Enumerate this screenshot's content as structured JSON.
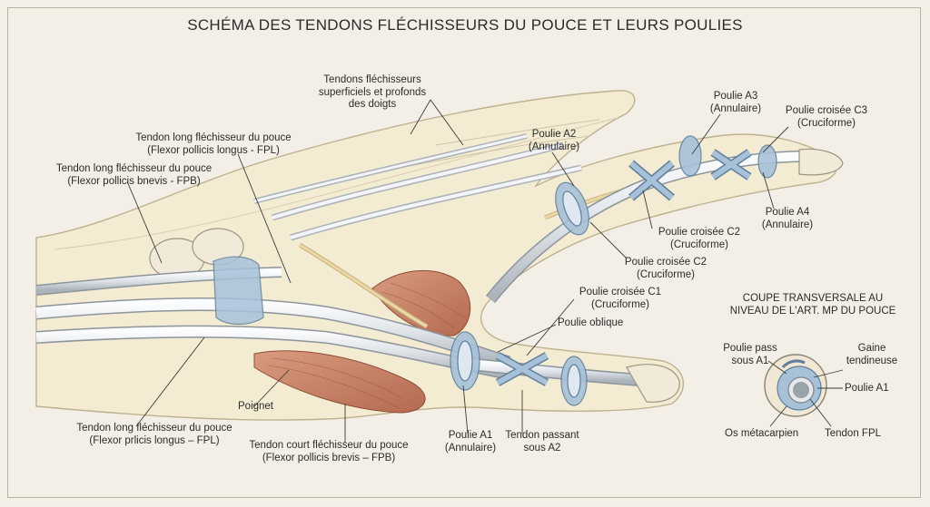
{
  "title": "SCHÉMA DES TENDONS FLÉCHISSEURS DU POUCE ET LEURS POULIES",
  "labels": {
    "superficial_line1": "Tendons fléchisseurs",
    "superficial_line2": "superficiels et profonds",
    "superficial_line3": "des doigts",
    "fpl_top_line1": "Tendon long fléchisseur du pouce",
    "fpl_top_line2": "(Flexor pollicis longus - FPL)",
    "fpb_top_line1": "Tendon long fléchisseur du pouce",
    "fpb_top_line2": "(Flexor pollicis bnevis - FPB)",
    "a2_line1": "Poulie A2",
    "a2_line2": "(Annulaire)",
    "a3_line1": "Poulie A3",
    "a3_line2": "(Annulaire)",
    "c3_line1": "Poulie croisée C3",
    "c3_line2": "(Cruciforme)",
    "a4_line1": "Poulie A4",
    "a4_line2": "(Annulaire)",
    "c2a_line1": "Poulie croisée C2",
    "c2a_line2": "(Cruciforme)",
    "c2b_line1": "Poulie croisée C2",
    "c2b_line2": "(Cruciforme)",
    "c1_line1": "Poulie croisée C1",
    "c1_line2": "(Cruciforme)",
    "oblique": "Poulie oblique",
    "wrist": "Poignet",
    "fpl_bottom_line1": "Tendon long fléchisseur du pouce",
    "fpl_bottom_line2": "(Flexor prlicis longus – FPL)",
    "fpb_bottom_line1": "Tendon court fléchisseur du pouce",
    "fpb_bottom_line2": "(Flexor pollicis brevis – FPB)",
    "a1_line1": "Poulie A1",
    "a1_line2": "(Annulaire)",
    "passing_line1": "Tendon passant",
    "passing_line2": "sous A2"
  },
  "inset": {
    "title_line1": "COUPE TRANSVERSALE AU",
    "title_line2": "NIVEAU DE L'ART. MP DU POUCE",
    "pulley_pass_line1": "Poulie pass",
    "pulley_pass_line2": "sous A1",
    "sheath_line1": "Gaine",
    "sheath_line2": "tendineuse",
    "pulley_a1": "Poulie A1",
    "metacarpal": "Os métacarpien",
    "fpl_tendon": "Tendon FPL"
  },
  "colors": {
    "background": "#f3efe6",
    "skin": "#f4ecd2",
    "tendon": "#e9ecef",
    "tendon_stroke": "#8c949c",
    "pulley": "#a7c1d8",
    "muscle": "#c98266",
    "tendon_gold": "#ead7a6"
  }
}
